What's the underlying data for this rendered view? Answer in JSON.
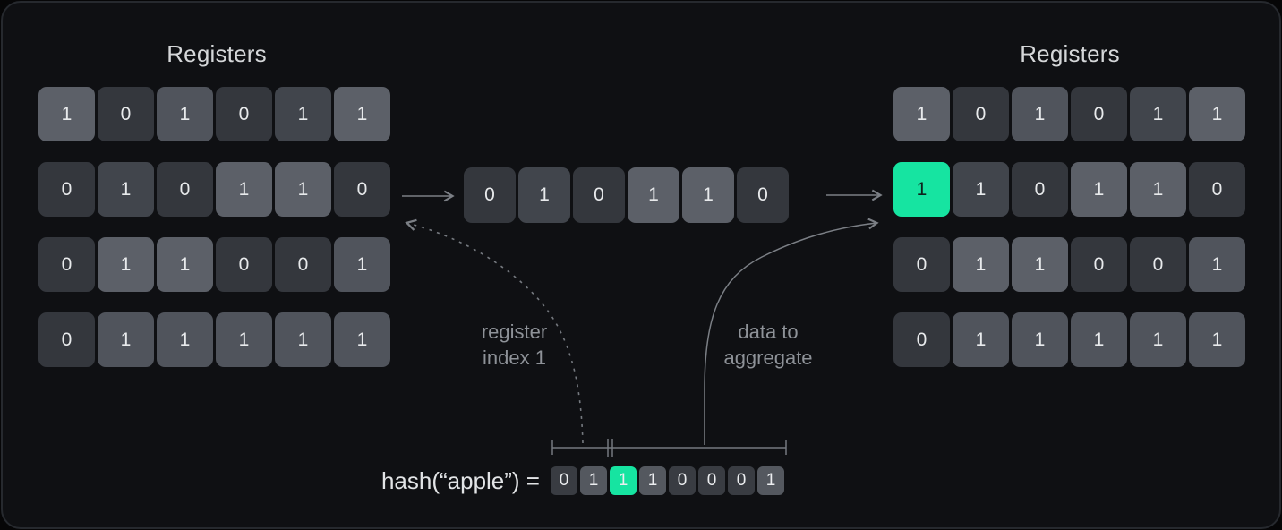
{
  "palette": {
    "accent_green": "#16e4a1",
    "cell_dark": "#34373d",
    "cell_mid_dark": "#41454c",
    "cell_mid": "#50545c",
    "cell_light": "#5c6068",
    "bit_dark": "#393c42",
    "bit_gray": "#54585f",
    "arrow_gray": "#7b7f85",
    "card_background": "#0f1013",
    "card_border": "#26292e"
  },
  "left_registers": {
    "title": "Registers",
    "rows": [
      {
        "values": [
          "1",
          "0",
          "1",
          "0",
          "1",
          "1"
        ],
        "shades": [
          "l",
          "d",
          "m",
          "d",
          "md",
          "l"
        ]
      },
      {
        "values": [
          "0",
          "1",
          "0",
          "1",
          "1",
          "0"
        ],
        "shades": [
          "d",
          "md",
          "d",
          "l",
          "l",
          "d"
        ]
      },
      {
        "values": [
          "0",
          "1",
          "1",
          "0",
          "0",
          "1"
        ],
        "shades": [
          "d",
          "l",
          "l",
          "d",
          "d",
          "m"
        ]
      },
      {
        "values": [
          "0",
          "1",
          "1",
          "1",
          "1",
          "1"
        ],
        "shades": [
          "d",
          "m",
          "m",
          "m",
          "m",
          "m"
        ]
      }
    ]
  },
  "extracted_row": {
    "values": [
      "0",
      "1",
      "0",
      "1",
      "1",
      "0"
    ],
    "shades": [
      "d",
      "md",
      "d",
      "l",
      "l",
      "d"
    ]
  },
  "right_registers": {
    "title": "Registers",
    "rows": [
      {
        "values": [
          "1",
          "0",
          "1",
          "0",
          "1",
          "1"
        ],
        "shades": [
          "l",
          "d",
          "m",
          "d",
          "md",
          "l"
        ]
      },
      {
        "values": [
          "1",
          "1",
          "0",
          "1",
          "1",
          "0"
        ],
        "shades": [
          "green",
          "md",
          "d",
          "l",
          "l",
          "d"
        ]
      },
      {
        "values": [
          "0",
          "1",
          "1",
          "0",
          "0",
          "1"
        ],
        "shades": [
          "d",
          "l",
          "l",
          "d",
          "d",
          "m"
        ]
      },
      {
        "values": [
          "0",
          "1",
          "1",
          "1",
          "1",
          "1"
        ],
        "shades": [
          "d",
          "m",
          "m",
          "m",
          "m",
          "m"
        ]
      }
    ]
  },
  "hash": {
    "label": "hash(“apple”) =",
    "bits": [
      "0",
      "1",
      "1",
      "1",
      "0",
      "0",
      "0",
      "1"
    ],
    "shades": [
      "bd",
      "bg",
      "green",
      "bg",
      "bd",
      "bd",
      "bd",
      "bg"
    ],
    "highlighted_bit_index": 2
  },
  "annotations": {
    "register_index": {
      "line1": "register",
      "line2": "index 1"
    },
    "data_to_aggregate": {
      "line1": "data to",
      "line2": "aggregate"
    }
  }
}
